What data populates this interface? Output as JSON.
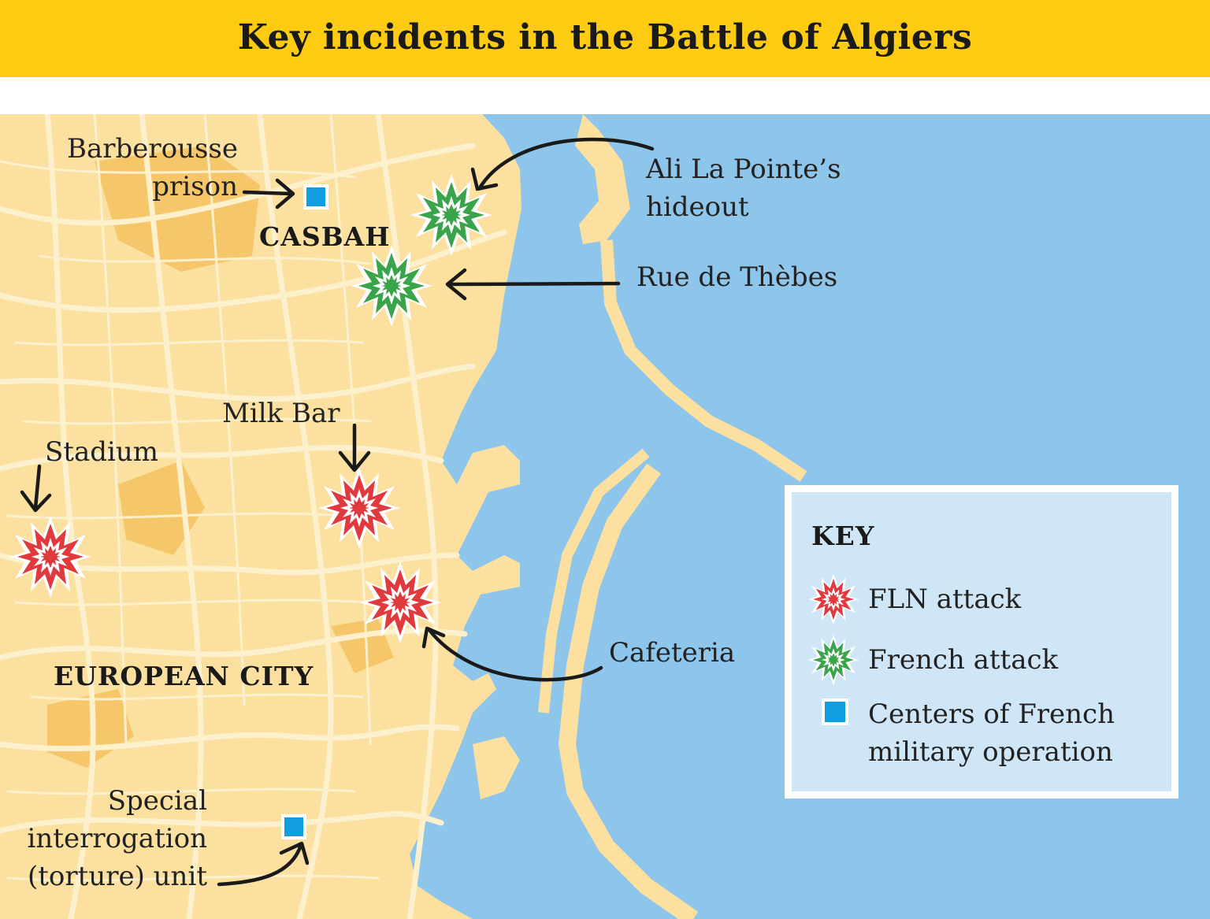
{
  "title": "Key incidents in the Battle of Algiers",
  "districts": {
    "casbah": "CASBAH",
    "european_city": "EUROPEAN CITY"
  },
  "labels": {
    "barberousse_line1": "Barberousse",
    "barberousse_line2": "prison",
    "ali_line1": "Ali La Pointe’s",
    "ali_line2": "hideout",
    "rue": "Rue de Thèbes",
    "milk_bar": "Milk Bar",
    "stadium": "Stadium",
    "cafeteria": "Cafeteria",
    "special_line1": "Special",
    "special_line2": "interrogation",
    "special_line3": "(torture) unit"
  },
  "key": {
    "title": "KEY",
    "fln": "FLN attack",
    "french": "French attack",
    "centers_line1": "Centers of French",
    "centers_line2": "military operation"
  },
  "colors": {
    "banner": "#fdcc12",
    "land": "#fbe0a0",
    "road": "#fdf0cc",
    "park": "#f5c76a",
    "sea": "#8ec5ea",
    "fln": "#e03a3e",
    "french": "#3aa44a",
    "center": "#0f9ee0",
    "key_bg": "#cfe6f6"
  },
  "icons": {
    "fln": "red-starburst-icon",
    "french": "green-starburst-icon",
    "center": "blue-square-icon"
  }
}
